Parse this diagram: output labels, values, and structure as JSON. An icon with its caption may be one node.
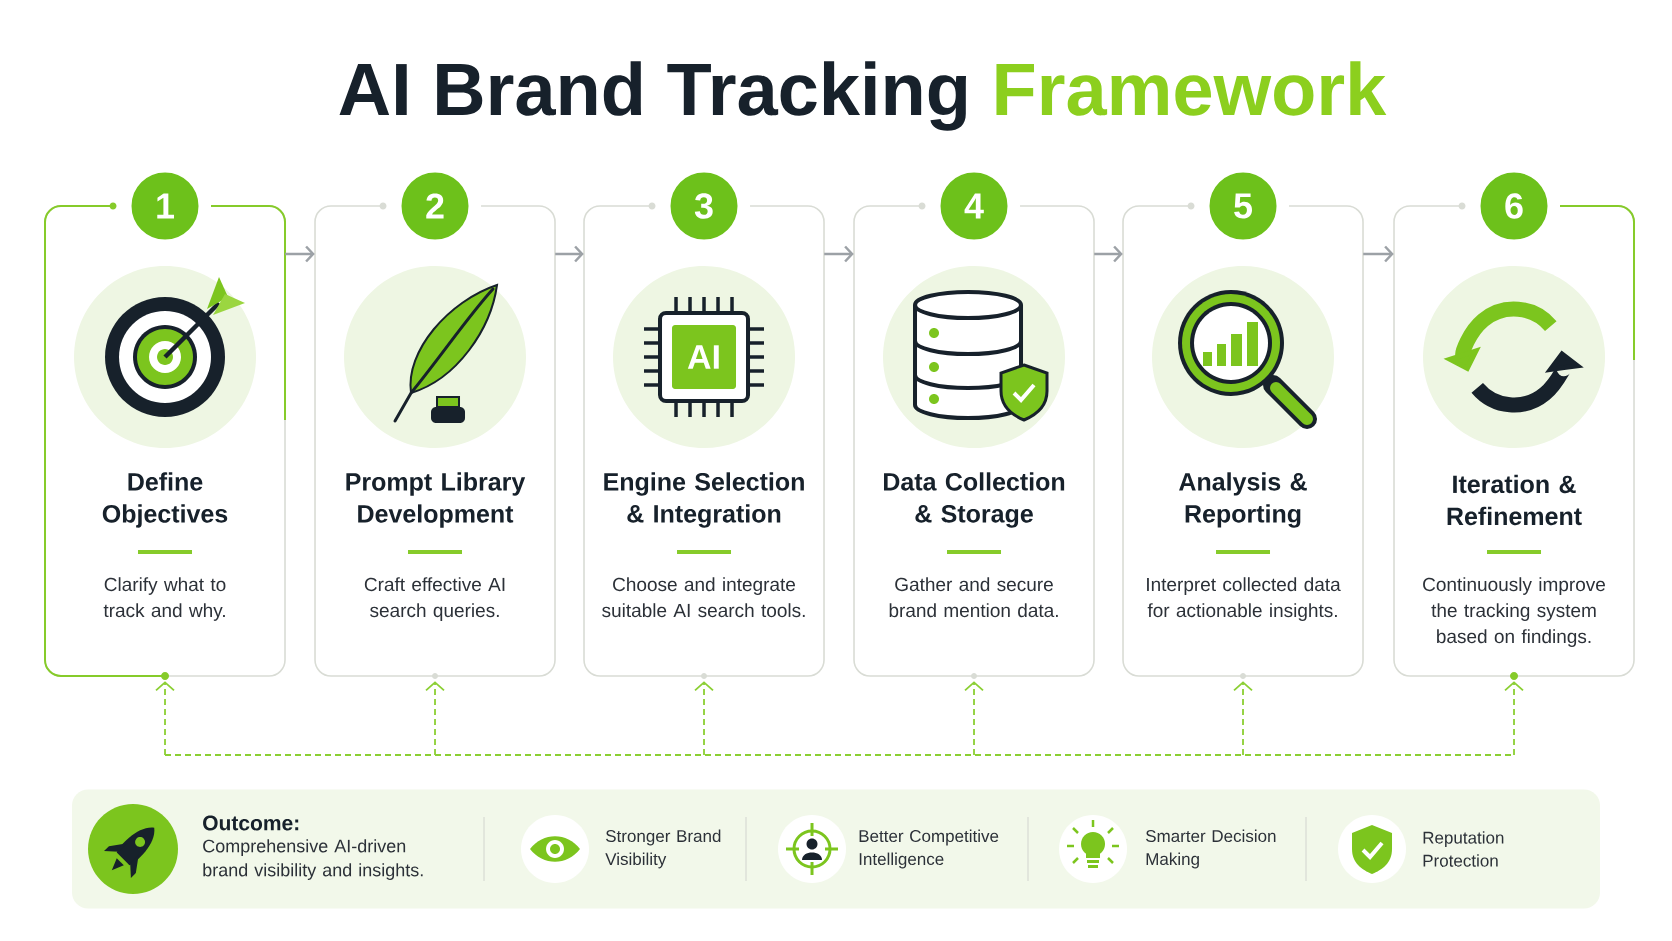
{
  "diagram": {
    "title": "AI Brand Tracking Framework",
    "nodes": [
      {
        "text": [
          "1"
        ]
      },
      {
        "text": [
          "Define Objectives",
          "Clarify what to track and why."
        ]
      },
      {
        "text": [
          "2"
        ]
      },
      {
        "text": [
          "Prompt Library Development",
          "Craft effective AI search queries."
        ]
      },
      {
        "text": [
          "3"
        ]
      },
      {
        "text": [
          "Engine Selection & Integration",
          "Choose and integrate suitable AI search tools."
        ]
      },
      {
        "text": [
          "4"
        ]
      },
      {
        "text": [
          "Data Collection & Storage",
          "Gather and secure brand mention data."
        ]
      },
      {
        "text": [
          "5"
        ]
      },
      {
        "text": [
          "Analysis & Reporting",
          "Interpret collected data for actionable insights."
        ]
      },
      {
        "text": [
          "6"
        ]
      },
      {
        "text": [
          "Iteration & Refinement",
          "Continuously improve the tracking system based on findings."
        ]
      },
      {
        "text": [
          "Outcome:",
          "Comprehensive AI-driven brand visibility and insights.",
          "Stronger Brand Visibility",
          "Better Competitive Intelligence",
          "Smarter Decision Making",
          "Reputation Protection"
        ]
      }
    ],
    "edges": [
      {
        "from": 1,
        "to": 3,
        "arrow": "to",
        "color": "#9ca1a6"
      },
      {
        "from": 3,
        "to": 5,
        "arrow": "to",
        "color": "#9ca1a6"
      },
      {
        "from": 5,
        "to": 7,
        "arrow": "to",
        "color": "#9ca1a6"
      },
      {
        "from": 7,
        "to": 9,
        "arrow": "to",
        "color": "#9ca1a6"
      },
      {
        "from": 9,
        "to": 11,
        "arrow": "to",
        "color": "#9ca1a6"
      },
      {
        "from": null,
        "to": 1,
        "arrow": "to",
        "style": "dashed"
      },
      {
        "from": null,
        "to": 3,
        "arrow": "to",
        "style": "dashed"
      },
      {
        "from": null,
        "to": 5,
        "arrow": "to",
        "style": "dashed"
      },
      {
        "from": null,
        "to": 7,
        "arrow": "to",
        "style": "dashed"
      },
      {
        "from": null,
        "to": 9,
        "arrow": "to",
        "style": "dashed"
      },
      {
        "from": null,
        "to": 11,
        "arrow": "to",
        "style": "dashed"
      }
    ],
    "labels": [
      "AI"
    ]
  }
}
